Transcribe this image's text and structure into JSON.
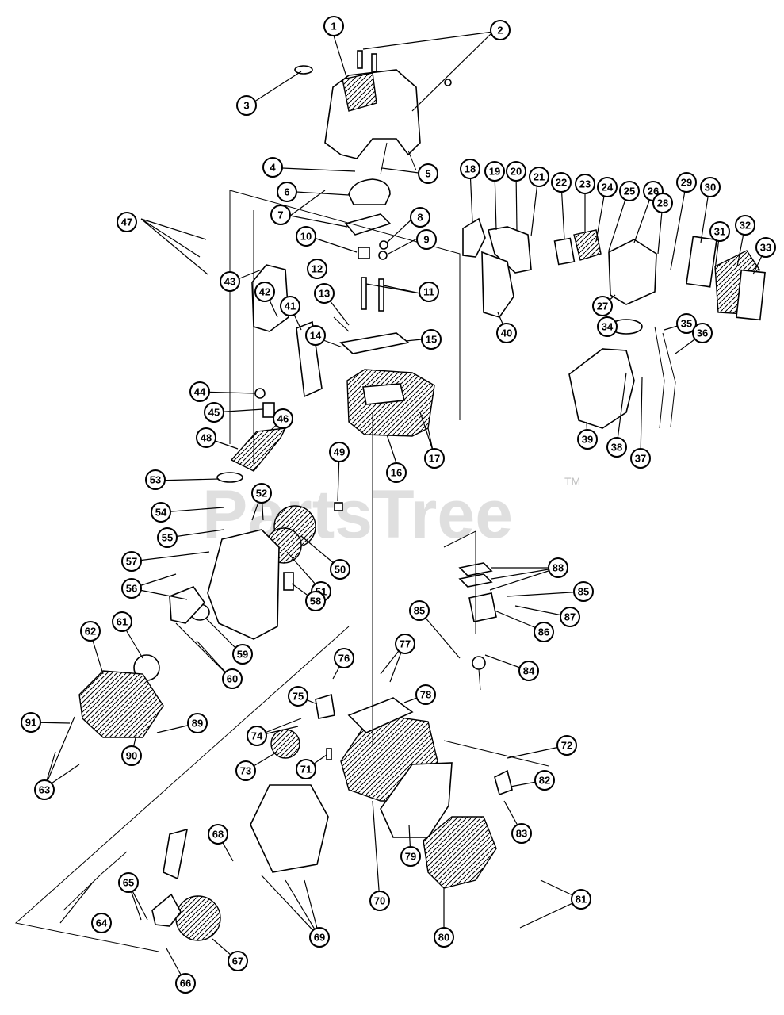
{
  "watermark": {
    "text": "PartsTree",
    "trademark": "TM"
  },
  "callouts": [
    "1",
    "2",
    "3",
    "4",
    "5",
    "6",
    "7",
    "8",
    "9",
    "10",
    "11",
    "12",
    "13",
    "14",
    "15",
    "16",
    "17",
    "18",
    "19",
    "20",
    "21",
    "22",
    "23",
    "24",
    "25",
    "26",
    "27",
    "28",
    "29",
    "30",
    "31",
    "32",
    "33",
    "34",
    "35",
    "36",
    "37",
    "38",
    "39",
    "40",
    "41",
    "42",
    "43",
    "44",
    "45",
    "46",
    "47",
    "48",
    "49",
    "50",
    "51",
    "52",
    "53",
    "54",
    "55",
    "56",
    "57",
    "58",
    "59",
    "60",
    "61",
    "62",
    "63",
    "64",
    "65",
    "66",
    "67",
    "68",
    "69",
    "70",
    "71",
    "72",
    "73",
    "74",
    "75",
    "76",
    "77",
    "78",
    "79",
    "80",
    "81",
    "82",
    "83",
    "84",
    "85",
    "86",
    "87",
    "88",
    "89",
    "90",
    "91"
  ]
}
